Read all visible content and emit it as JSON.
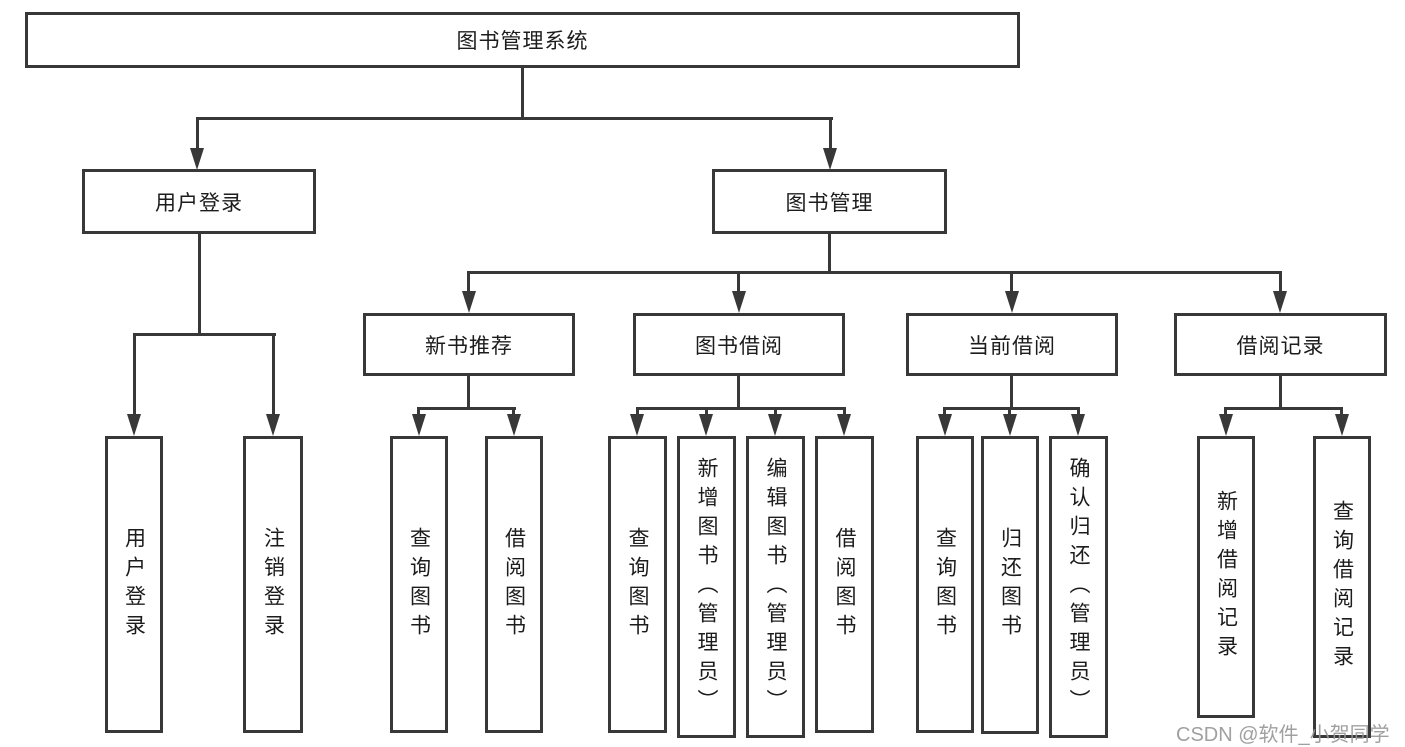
{
  "tree": {
    "label": "图书管理系统",
    "children": [
      {
        "label": "用户登录",
        "children": [
          {
            "label": "用户登录"
          },
          {
            "label": "注销登录"
          }
        ]
      },
      {
        "label": "图书管理",
        "children": [
          {
            "label": "新书推荐",
            "children": [
              {
                "label": "查询图书"
              },
              {
                "label": "借阅图书"
              }
            ]
          },
          {
            "label": "图书借阅",
            "children": [
              {
                "label": "查询图书"
              },
              {
                "label": "新增图书（管理员）"
              },
              {
                "label": "编辑图书（管理员）"
              },
              {
                "label": "借阅图书"
              }
            ]
          },
          {
            "label": "当前借阅",
            "children": [
              {
                "label": "查询图书"
              },
              {
                "label": "归还图书"
              },
              {
                "label": "确认归还（管理员）"
              }
            ]
          },
          {
            "label": "借阅记录",
            "children": [
              {
                "label": "新增借阅记录"
              },
              {
                "label": "查询借阅记录"
              }
            ]
          }
        ]
      }
    ]
  },
  "watermark": "CSDN @软件_小贺同学",
  "colors": {
    "background": "#ffffff",
    "line": "#383838",
    "text": "#1c1c1c",
    "watermark": "#989898"
  }
}
